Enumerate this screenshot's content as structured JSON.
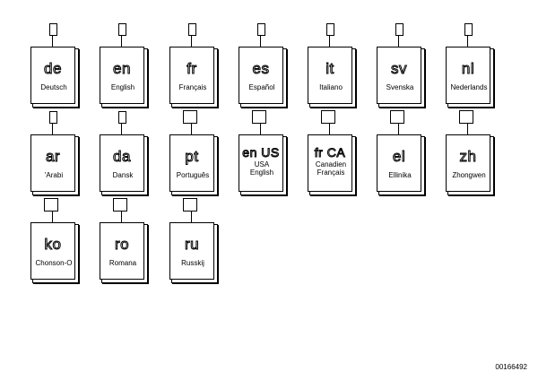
{
  "books": [
    {
      "code": "de",
      "name": "Deutsch",
      "tag": "tall"
    },
    {
      "code": "en",
      "name": "English",
      "tag": "tall"
    },
    {
      "code": "fr",
      "name": "Français",
      "tag": "tall"
    },
    {
      "code": "es",
      "name": "Español",
      "tag": "tall"
    },
    {
      "code": "it",
      "name": "Italiano",
      "tag": "tall"
    },
    {
      "code": "sv",
      "name": "Svenska",
      "tag": "tall"
    },
    {
      "code": "nl",
      "name": "Nederlands",
      "tag": "tall"
    },
    {
      "code": "ar",
      "name": "'Arabi",
      "tag": "tall"
    },
    {
      "code": "da",
      "name": "Dansk",
      "tag": "tall"
    },
    {
      "code": "pt",
      "name": "Português",
      "tag": "wide"
    },
    {
      "code": "en US",
      "name": "USA\nEnglish",
      "tag": "wide"
    },
    {
      "code": "fr CA",
      "name": "Canadien\nFrançais",
      "tag": "wide"
    },
    {
      "code": "el",
      "name": "Ellinika",
      "tag": "wide"
    },
    {
      "code": "zh",
      "name": "Zhongwen",
      "tag": "wide"
    },
    {
      "code": "ko",
      "name": "Chonson-O",
      "tag": "wide"
    },
    {
      "code": "ro",
      "name": "Romana",
      "tag": "wide"
    },
    {
      "code": "ru",
      "name": "Russkij",
      "tag": "wide"
    }
  ],
  "document_number": "00166492"
}
